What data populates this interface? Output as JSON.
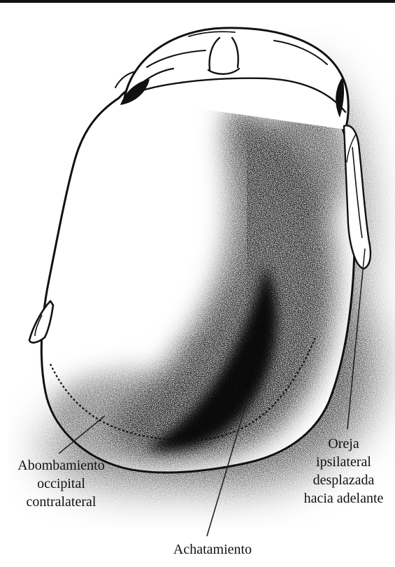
{
  "labels": {
    "left": [
      "Abombamiento",
      "occipital",
      "contralateral"
    ],
    "middle": [
      "Achatamiento"
    ],
    "right": [
      "Oreja",
      "ipsilateral",
      "desplazada",
      "hacia adelante"
    ]
  },
  "colors": {
    "ink": "#111111",
    "background": "#ffffff"
  }
}
